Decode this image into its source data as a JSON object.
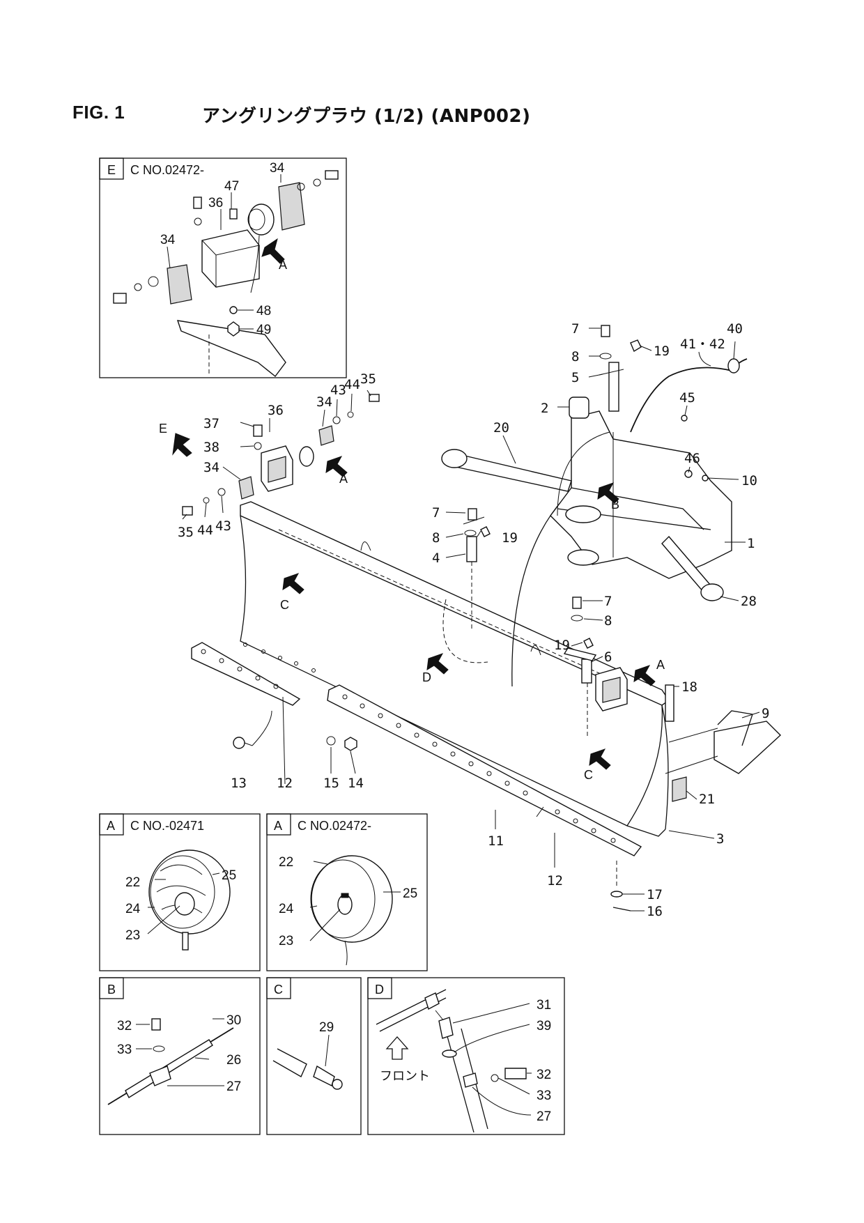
{
  "figure": {
    "label": "FIG. 1",
    "title": "アングリングプラウ (1/2) (ANP002)"
  },
  "insets": {
    "E": {
      "letter": "E",
      "caption": "C NO.02472-",
      "view_arrow": "A",
      "callouts": [
        "34",
        "47",
        "36",
        "34",
        "48",
        "49"
      ]
    },
    "A1": {
      "letter": "A",
      "caption": "C NO.-02471",
      "callouts": [
        "22",
        "25",
        "24",
        "23"
      ]
    },
    "A2": {
      "letter": "A",
      "caption": "C NO.02472-",
      "callouts": [
        "22",
        "25",
        "24",
        "23"
      ]
    },
    "B": {
      "letter": "B",
      "callouts": [
        "32",
        "30",
        "33",
        "26",
        "27"
      ]
    },
    "C": {
      "letter": "C",
      "callouts": [
        "29"
      ]
    },
    "D": {
      "letter": "D",
      "front_label": "フロント",
      "callouts": [
        "31",
        "39",
        "32",
        "33",
        "27"
      ]
    }
  },
  "main_view": {
    "view_arrows": [
      "E",
      "A",
      "B",
      "C",
      "D",
      "A",
      "C"
    ],
    "callouts": [
      "7",
      "8",
      "19",
      "41・42",
      "40",
      "5",
      "45",
      "2",
      "20",
      "46",
      "10",
      "1",
      "37",
      "36",
      "34",
      "43",
      "44",
      "35",
      "38",
      "34",
      "35",
      "44",
      "43",
      "7",
      "8",
      "19",
      "4",
      "28",
      "7",
      "8",
      "19",
      "6",
      "18",
      "9",
      "13",
      "12",
      "15",
      "14",
      "21",
      "3",
      "11",
      "12",
      "17",
      "16"
    ]
  }
}
